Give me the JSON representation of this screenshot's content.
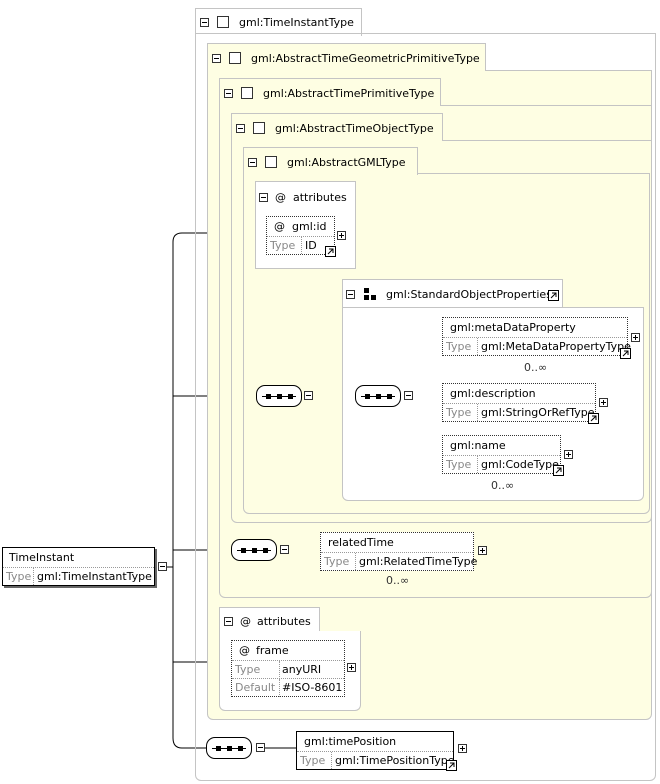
{
  "root": {
    "name": "TimeInstant",
    "type_label": "Type",
    "type_value": "gml:TimeInstantType"
  },
  "types": {
    "time_instant_type": "gml:TimeInstantType",
    "abstract_time_geometric_primitive_type": "gml:AbstractTimeGeometricPrimitiveType",
    "abstract_time_primitive_type": "gml:AbstractTimePrimitiveType",
    "abstract_time_object_type": "gml:AbstractTimeObjectType",
    "abstract_gml_type": "gml:AbstractGMLType"
  },
  "gml_attributes": {
    "title": "attributes",
    "at_symbol": "@",
    "id": {
      "name": "gml:id",
      "type_label": "Type",
      "type_value": "ID"
    }
  },
  "standard_object_properties": {
    "title": "gml:StandardObjectProperties",
    "items": [
      {
        "name": "gml:metaDataProperty",
        "type_label": "Type",
        "type_value": "gml:MetaDataPropertyType",
        "occurs": "0..∞"
      },
      {
        "name": "gml:description",
        "type_label": "Type",
        "type_value": "gml:StringOrRefType",
        "occurs": ""
      },
      {
        "name": "gml:name",
        "type_label": "Type",
        "type_value": "gml:CodeType",
        "occurs": "0..∞"
      }
    ]
  },
  "related_time": {
    "name": "relatedTime",
    "type_label": "Type",
    "type_value": "gml:RelatedTimeType",
    "occurs": "0..∞"
  },
  "frame_attributes": {
    "title": "attributes",
    "at_symbol": "@",
    "frame": {
      "name": "frame",
      "type_label": "Type",
      "type_value": "anyURI",
      "default_label": "Default",
      "default_value": "#ISO-8601"
    }
  },
  "time_position": {
    "name": "gml:timePosition",
    "type_label": "Type",
    "type_value": "gml:TimePositionType"
  }
}
